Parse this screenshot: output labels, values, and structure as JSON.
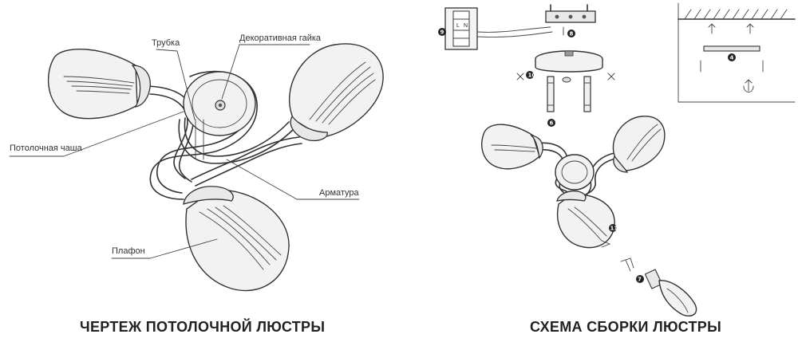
{
  "left": {
    "labels": {
      "tube": "Трубка",
      "nut": "Декоративная гайка",
      "ceiling_cup": "Потолочная чаша",
      "armature": "Арматура",
      "shade": "Плафон"
    },
    "caption": "ЧЕРТЕЖ ПОТОЛОЧНОЙ ЛЮСТРЫ"
  },
  "right": {
    "caption": "СХЕМА СБОРКИ ЛЮСТРЫ",
    "wiring_letters": [
      "L",
      "N"
    ],
    "part_numbers": [
      "4",
      "6",
      "7",
      "8",
      "9",
      "10",
      "11"
    ]
  }
}
